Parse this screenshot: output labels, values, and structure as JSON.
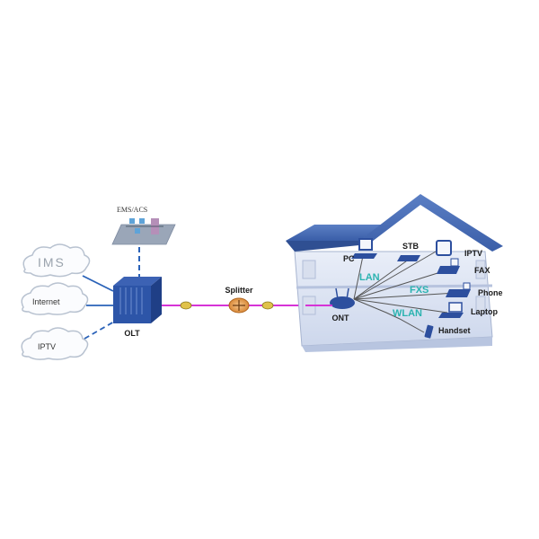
{
  "diagram": {
    "title": "FTTH GPON network topology",
    "clouds": [
      {
        "id": "ims",
        "label": "IMS"
      },
      {
        "id": "internet",
        "label": "Internet"
      },
      {
        "id": "iptv",
        "label": "IPTV"
      }
    ],
    "management": {
      "label": "EMS/ACS"
    },
    "olt": {
      "label": "OLT"
    },
    "splitter": {
      "label": "Splitter"
    },
    "ont": {
      "label": "ONT"
    },
    "interfaces": {
      "lan": "LAN",
      "fxs": "FXS",
      "wlan": "WLAN"
    },
    "devices": [
      {
        "id": "pc",
        "label": "PC"
      },
      {
        "id": "stb",
        "label": "STB"
      },
      {
        "id": "iptv",
        "label": "IPTV"
      },
      {
        "id": "fax",
        "label": "FAX"
      },
      {
        "id": "phone",
        "label": "Phone"
      },
      {
        "id": "laptop",
        "label": "Laptop"
      },
      {
        "id": "handset",
        "label": "Handset"
      }
    ],
    "colors": {
      "fiber": "#d633d6",
      "link": "#2a62b8",
      "device": "#2d4f9e",
      "house": "#c9d3e8",
      "interface_text": "#2bb3b0"
    }
  }
}
